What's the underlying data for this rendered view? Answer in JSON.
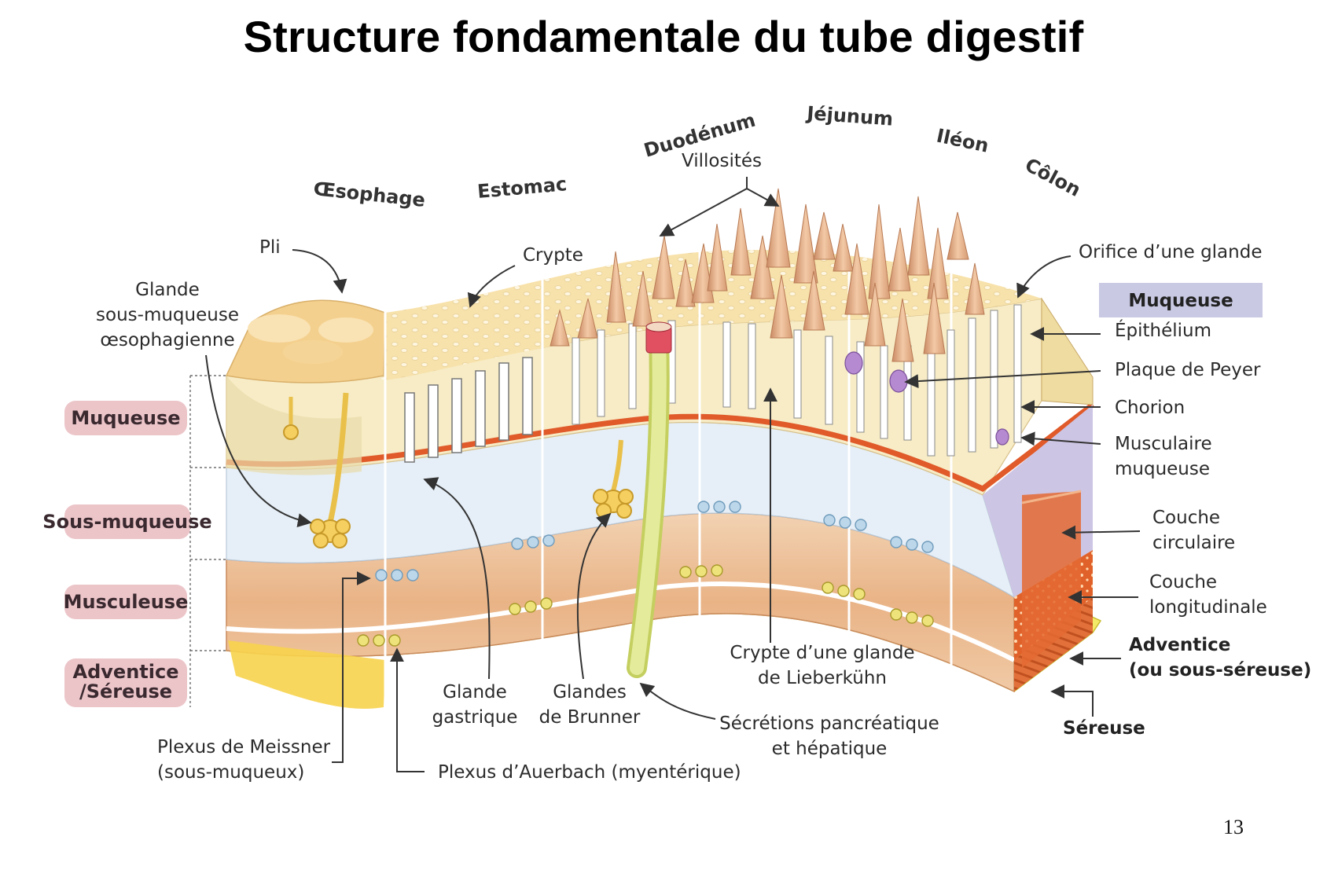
{
  "title": "Structure fondamentale du tube digestif",
  "page_number": "13",
  "segments": {
    "oesophage": "Œsophage",
    "estomac": "Estomac",
    "duodenum": "Duodénum",
    "jejunum": "Jéjunum",
    "ileon": "Iléon",
    "colon": "Côlon"
  },
  "left_layers": {
    "muqueuse": "Muqueuse",
    "sous_muqueuse": "Sous-muqueuse",
    "musculeuse": "Musculeuse",
    "adventice_l1": "Adventice",
    "adventice_l2": "/Séreuse"
  },
  "labels": {
    "villosites": "Villosités",
    "pli": "Pli",
    "crypte": "Crypte",
    "glande_oeso_l1": "Glande",
    "glande_oeso_l2": "sous-muqueuse",
    "glande_oeso_l3": "œsophagienne",
    "orifice": "Orifice d’une glande",
    "muqueuse_right": "Muqueuse",
    "epithelium": "Épithélium",
    "plaque_peyer": "Plaque de Peyer",
    "chorion": "Chorion",
    "musc_muq_l1": "Musculaire",
    "musc_muq_l2": "muqueuse",
    "couche_circ_l1": "Couche",
    "couche_circ_l2": "circulaire",
    "couche_long_l1": "Couche",
    "couche_long_l2": "longitudinale",
    "adventice_r_l1": "Adventice",
    "adventice_r_l2": "(ou sous-séreuse)",
    "sereuse": "Séreuse",
    "glande_gastrique_l1": "Glande",
    "glande_gastrique_l2": "gastrique",
    "glandes_brunner_l1": "Glandes",
    "glandes_brunner_l2": "de Brunner",
    "crypte_lieb_l1": "Crypte d’une glande",
    "crypte_lieb_l2": "de Lieberkühn",
    "secretions_l1": "Sécrétions pancréatique",
    "secretions_l2": "et hépatique",
    "meissner_l1": "Plexus de Meissner",
    "meissner_l2": "(sous-muqueux)",
    "auerbach": "Plexus d’Auerbach (myentérique)"
  },
  "colors": {
    "mucosa": "#f6e8bd",
    "mucosa_top": "#f7dca0",
    "submucosa": "#e4eef6",
    "muscularis": "#efc39c",
    "muscularis_dark": "#d88e5a",
    "serosa": "#f6ee6a",
    "muscularis_mucosae": "#e05a2a",
    "villus": "#e7b48c",
    "left_pill": "#ecc5c9",
    "right_pill": "#c9c9e4",
    "peyer": "#b58ad0",
    "tube": "#dce78a"
  }
}
